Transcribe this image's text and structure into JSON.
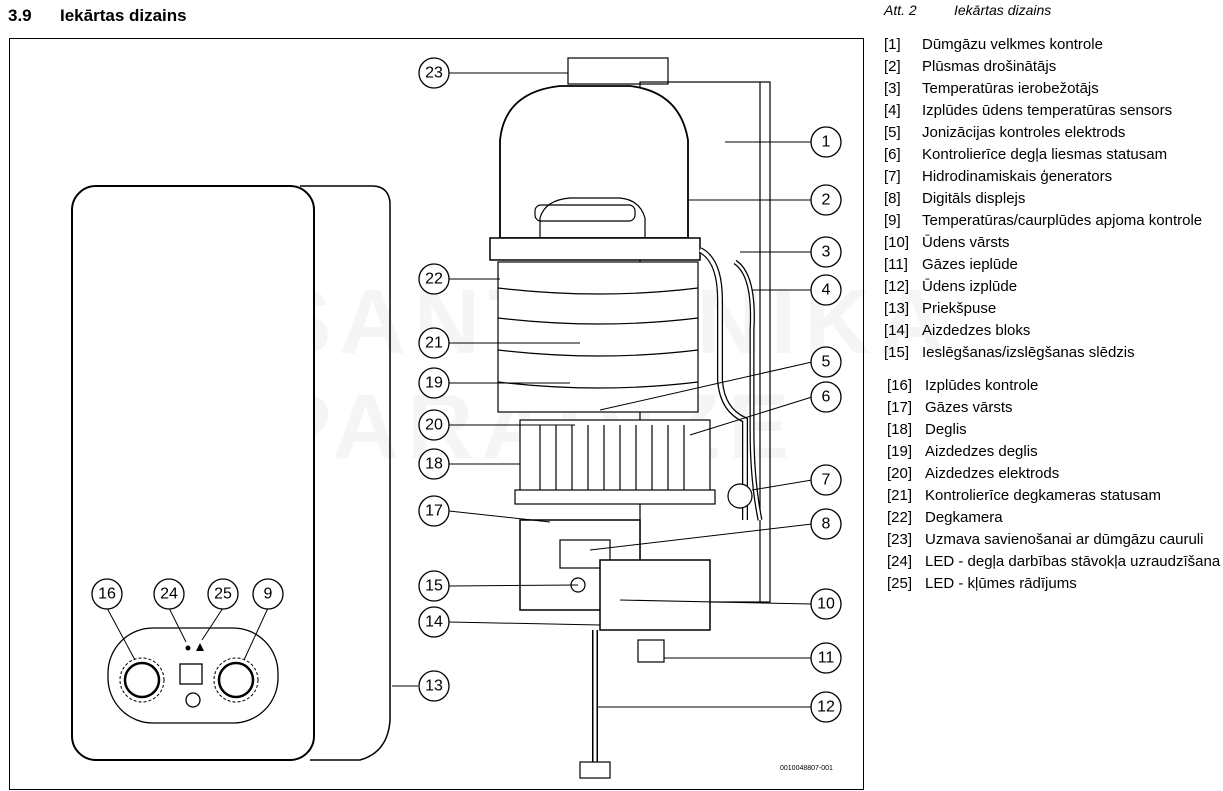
{
  "section": {
    "number": "3.9",
    "title": "Iekārtas dizains"
  },
  "caption": {
    "label": "Att. 2",
    "title": "Iekārtas dizains"
  },
  "legend_block_1": [
    {
      "num": "[1]",
      "text": "Dūmgāzu velkmes kontrole"
    },
    {
      "num": "[2]",
      "text": "Plūsmas drošinātājs"
    },
    {
      "num": "[3]",
      "text": "Temperatūras ierobežotājs"
    },
    {
      "num": "[4]",
      "text": "Izplūdes ūdens temperatūras sensors"
    },
    {
      "num": "[5]",
      "text": "Jonizācijas kontroles elektrods"
    },
    {
      "num": "[6]",
      "text": "Kontrolierīce degļa liesmas statusam"
    },
    {
      "num": "[7]",
      "text": "Hidrodinamiskais ģenerators"
    },
    {
      "num": "[8]",
      "text": "Digitāls displejs"
    },
    {
      "num": "[9]",
      "text": "Temperatūras/caurplūdes apjoma kontrole"
    },
    {
      "num": "[10]",
      "text": "Ūdens vārsts"
    },
    {
      "num": "[11]",
      "text": "Gāzes ieplūde"
    },
    {
      "num": "[12]",
      "text": "Ūdens izplūde"
    },
    {
      "num": "[13]",
      "text": "Priekšpuse"
    },
    {
      "num": "[14]",
      "text": "Aizdedzes bloks"
    },
    {
      "num": "[15]",
      "text": "Ieslēgšanas/izslēgšanas slēdzis"
    }
  ],
  "legend_block_2": [
    {
      "num": "[16]",
      "text": "Izplūdes kontrole"
    },
    {
      "num": "[17]",
      "text": "Gāzes vārsts"
    },
    {
      "num": "[18]",
      "text": "Deglis"
    },
    {
      "num": "[19]",
      "text": "Aizdedzes deglis"
    },
    {
      "num": "[20]",
      "text": "Aizdedzes elektrods"
    },
    {
      "num": "[21]",
      "text": "Kontrolierīce degkameras statusam"
    },
    {
      "num": "[22]",
      "text": "Degkamera"
    },
    {
      "num": "[23]",
      "text": "Uzmava savienošanai ar dūmgāzu cauruli"
    },
    {
      "num": "[24]",
      "text": "LED - degļa darbības stāvokļa uzraudzīšana"
    },
    {
      "num": "[25]",
      "text": "LED - kļūmes rādījums"
    }
  ],
  "callouts": [
    "23",
    "1",
    "2",
    "3",
    "4",
    "5",
    "6",
    "7",
    "8",
    "22",
    "21",
    "19",
    "20",
    "18",
    "17",
    "15",
    "14",
    "10",
    "11",
    "12",
    "13",
    "16",
    "24",
    "25",
    "9"
  ],
  "watermark": "SANTEHNIKA PARADIZE",
  "document_id": "0010048807-001"
}
